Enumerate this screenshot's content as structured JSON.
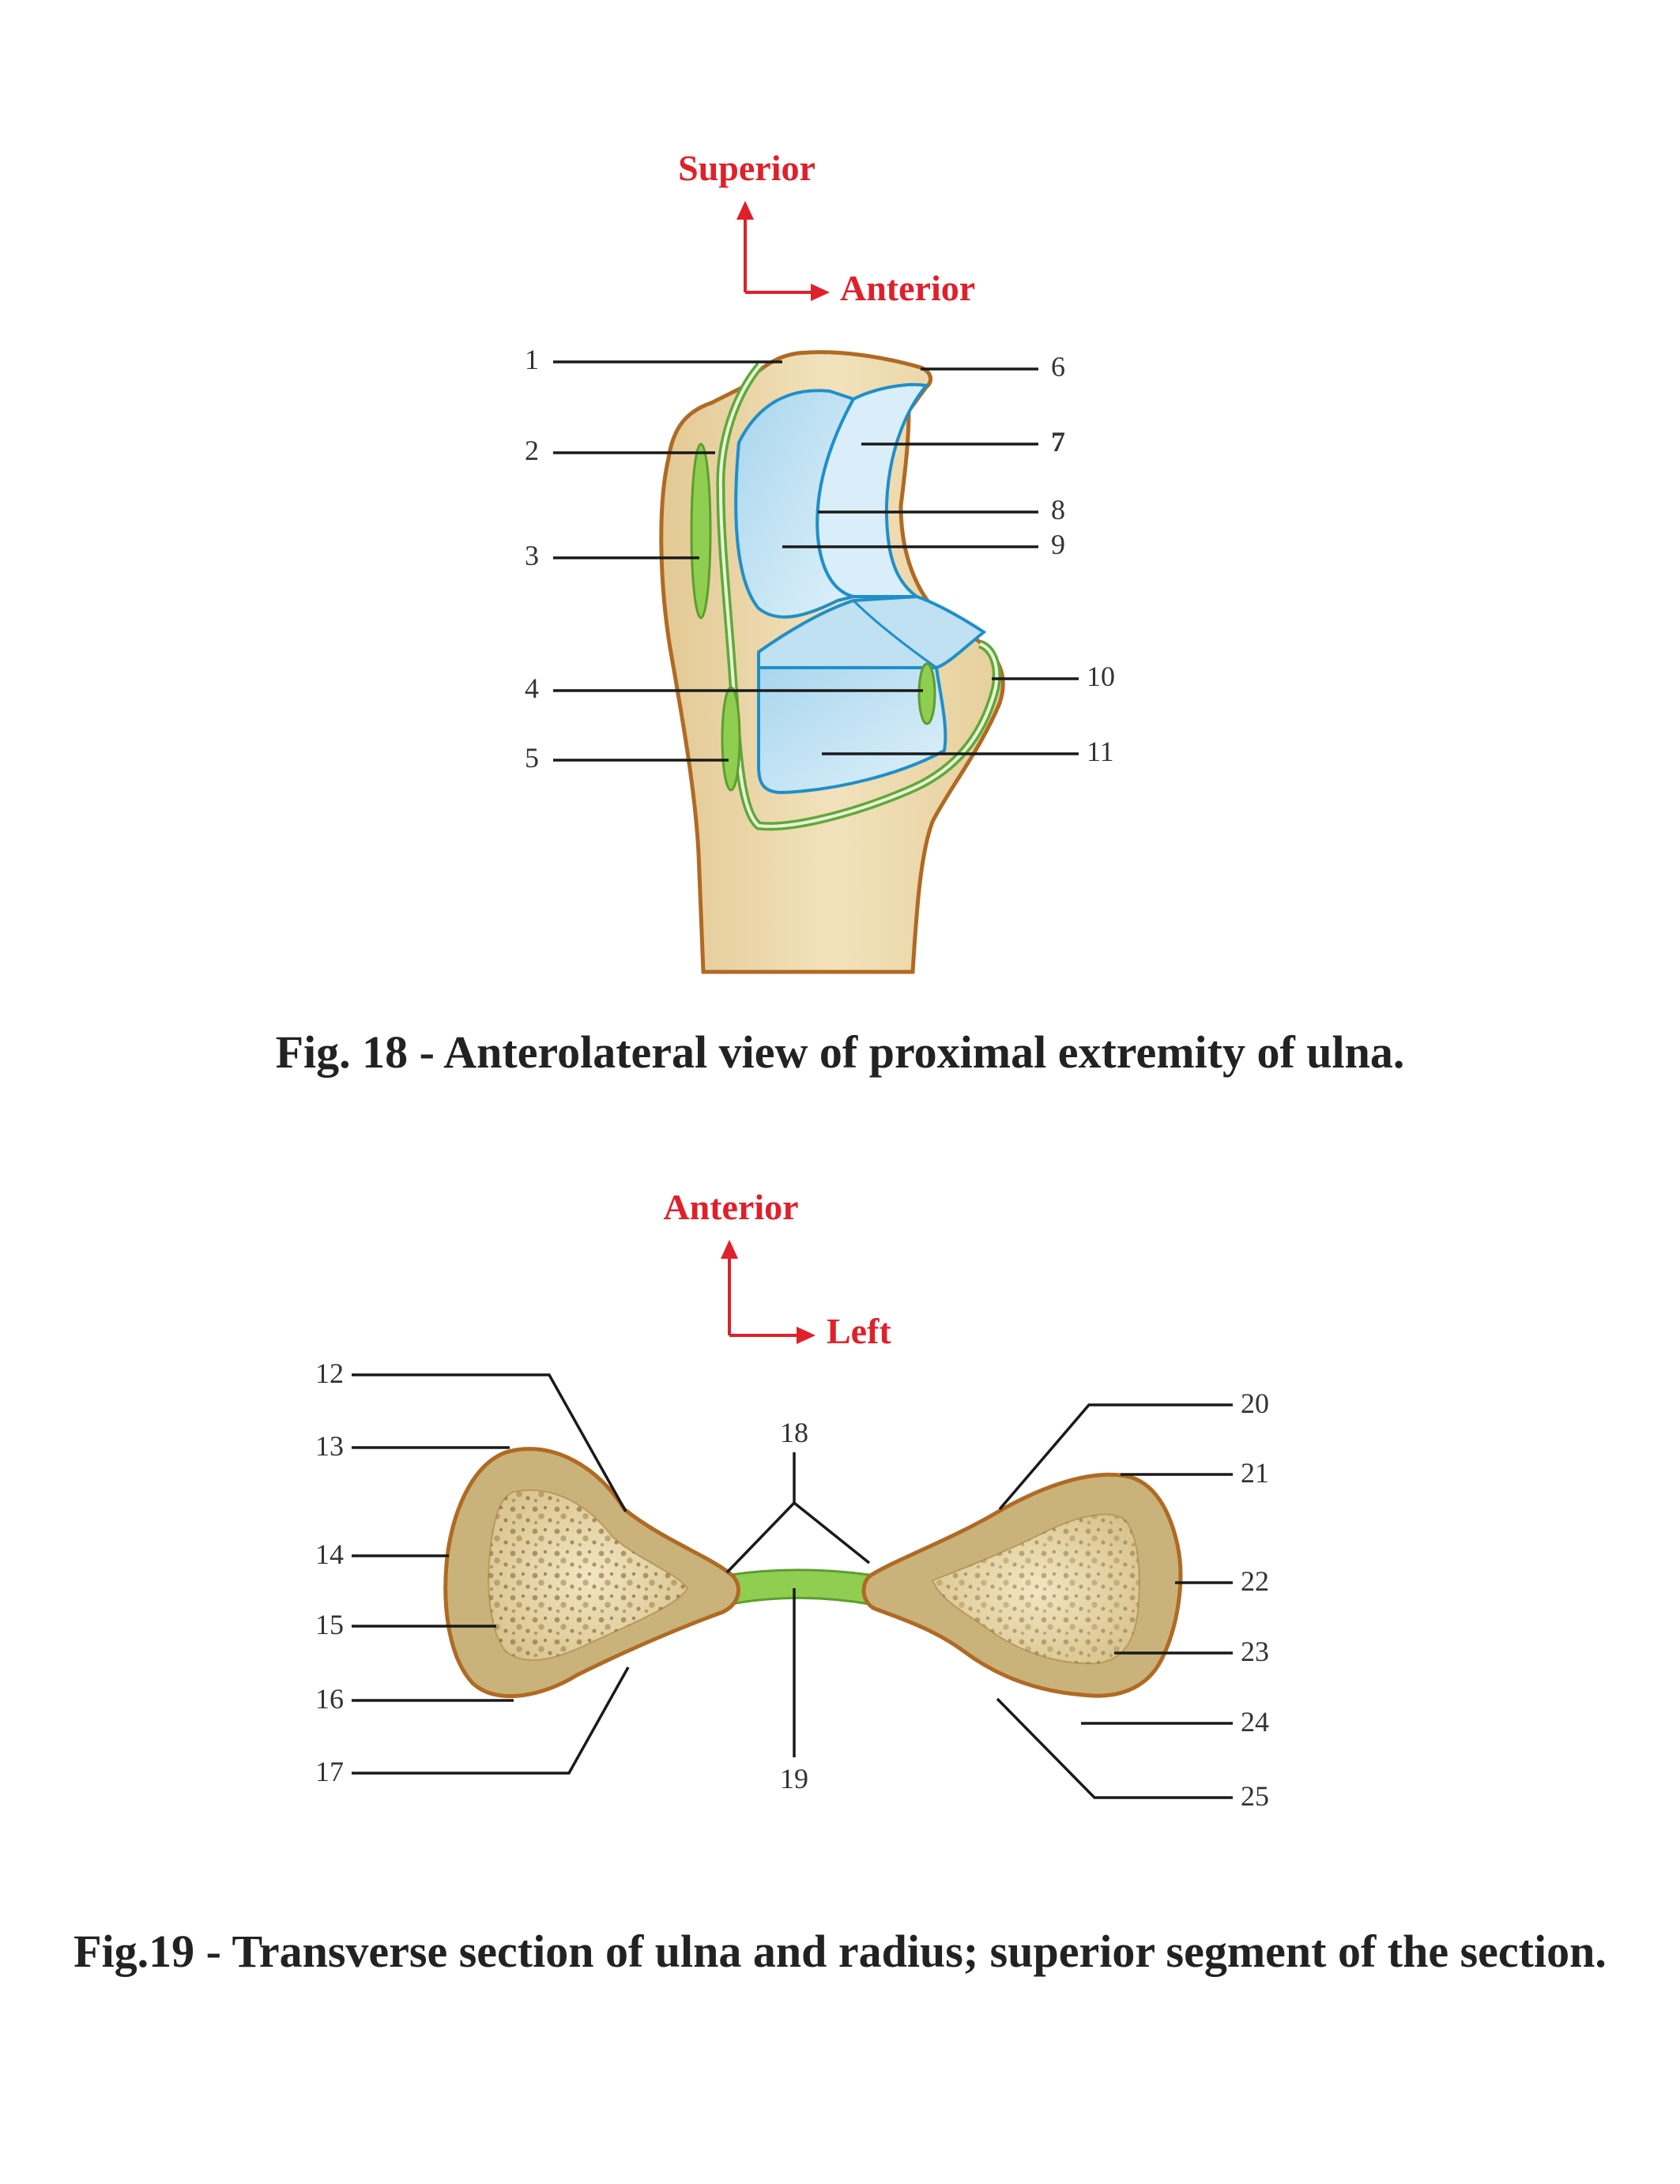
{
  "figure18": {
    "caption": "Fig. 18 - Anterolateral view of proximal extremity of ulna.",
    "orientation": {
      "up": "Superior",
      "right": "Anterior"
    },
    "labels": [
      "1",
      "2",
      "3",
      "4",
      "5",
      "6",
      "7",
      "8",
      "9",
      "10",
      "11"
    ]
  },
  "figure19": {
    "caption": "Fig.19 - Transverse section of ulna and radius; superior segment of the section.",
    "orientation": {
      "up": "Anterior",
      "right": "Left"
    },
    "labels": [
      "12",
      "13",
      "14",
      "15",
      "16",
      "17",
      "18",
      "19",
      "20",
      "21",
      "22",
      "23",
      "24",
      "25"
    ]
  },
  "colors": {
    "orientation_red": "#e0202a",
    "bone_fill": "#efdcb0",
    "bone_outline": "#b06a24",
    "cartilage_blue": "#bfe2f2",
    "cartilage_outline": "#1f8fc9",
    "ligament_green": "#8fce50",
    "cortex": "#c9b37a",
    "marrow": "#e7d7a6"
  }
}
